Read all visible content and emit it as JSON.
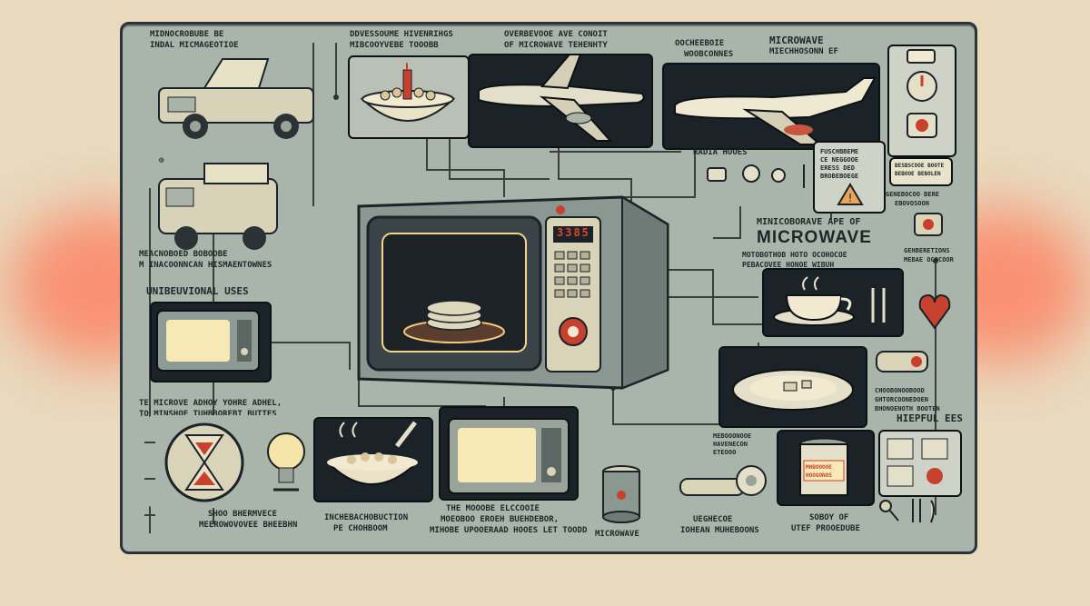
{
  "labels": {
    "top_left": [
      "MIDNOCROBUBE BE",
      "INDAL MICMAGEOTIOE"
    ],
    "top_mid_a": [
      "DDVESSOUME HIVENRIHGS",
      "MIBCOOYVEBE TOOOBB"
    ],
    "top_mid_b": [
      "OVERBEVOOE AVE CONOIT",
      "OF MICROWAVE TEHENHTY"
    ],
    "top_right": [
      "OOCHEEBOIE",
      "WOOBCONNES"
    ],
    "microwave_title_small": [
      "MICROWAVE",
      "MIECHHOSONN EF"
    ],
    "radia": "RADIA HOOES",
    "right_box": [
      "FUSCHBBEME",
      "CE NEGGOOE",
      "ERESS DED",
      "BROBEBOEGE"
    ],
    "left_mid": [
      "MEACNOBOED BOBOOBE",
      "M INACOONNCAN HISMAENTOWNES"
    ],
    "unusual_uses": "UNIBEUVIONAL USES",
    "left_lower": [
      "TE MICROVE ADHOY YOHRE ADHEL,",
      "TO MINSHOE TUHBBOREBT BUTTES"
    ],
    "right_mid_small": "MINICOBORAVE APE OF",
    "right_mid_big": "MICROWAVE",
    "right_mid_sub": [
      "MOTOBOTHOB HOTO OCOHOCOE",
      "PEBACOVEE HONOE WIBUH"
    ],
    "right_side_a": [
      "GENEBOCOO BERE",
      "EBOVOSOOH"
    ],
    "right_side_b": [
      "GEHBERETIONS",
      "MEBAE OCOCOOR"
    ],
    "helpful": "HIEPFUL EES",
    "right_lower": [
      "CHOOBONOOBOOD",
      "GHTORCOONEDOEN",
      "BHONOENOTH BOOTEN"
    ],
    "bottom_a": [
      "SHOO BHERMVECE",
      "MEEROWOVOVEE BHEEBHN"
    ],
    "bottom_b": [
      "INCHEBACHOBUCTION",
      "PE CHOHBOOM"
    ],
    "bottom_c": [
      "THE MOOOBE ELCCOOIE",
      "MOEOBOO EROEH BUEHDEBOR,",
      "MIHOBE UPOOERAAD HOOES LET TOODD"
    ],
    "bottom_d": "MICROWAVE",
    "bottom_e": [
      "UEGHECOE",
      "IOHEAN MUHEBOONS"
    ],
    "bottom_f": [
      "SOBOY OF",
      "UTEF PROOEDUBE"
    ],
    "display": "3385",
    "microwave_small_tag": [
      "MEBOOONOOE",
      "HAVENECON",
      "ETEOOO"
    ],
    "label_jar": [
      "MHBOOOOE",
      "HOOGONOS"
    ],
    "hud_small": [
      "BESBSCOOE BOOTE",
      "BEBOOE BEBOLEN"
    ]
  },
  "colors": {
    "background": "#e9d9bd",
    "board": "#a9b4ab",
    "panel": "#1b2328",
    "cream": "#f4ecd0",
    "accent_red": "#c8402e",
    "display_red": "#e0452c"
  },
  "icons": [
    "truck-icon",
    "van-icon",
    "popcorn-bowl-icon",
    "airplane-icon",
    "microwave-icon",
    "teacup-icon",
    "plate-icon",
    "lightbulb-icon",
    "hourglass-icon",
    "jar-icon",
    "can-icon",
    "knob-icon",
    "warning-triangle-icon",
    "utensils-icon"
  ]
}
